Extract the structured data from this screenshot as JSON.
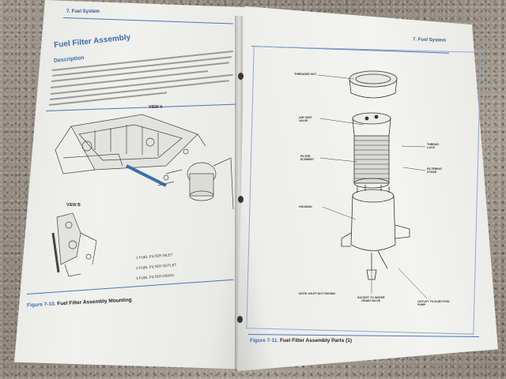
{
  "left_page": {
    "section_header": "7. Fuel System",
    "title": "Fuel Filter Assembly",
    "subtitle": "Description",
    "view_a_label": "VIEW A",
    "view_b_label": "VIEW B",
    "legend": [
      {
        "num": "1",
        "text": "FUEL FILTER INLET"
      },
      {
        "num": "2",
        "text": "FUEL FILTER OUTLET"
      },
      {
        "num": "3",
        "text": "FUEL FILTER DRAIN"
      }
    ],
    "caption_number": "Figure 7-10.",
    "caption_text": "Fuel Filter Assembly Mounting"
  },
  "right_page": {
    "section_header": "7. Fuel System",
    "callouts": {
      "retaining_nut": "THREADED NUT",
      "vent_valve": "AIR VENT\nVALVE",
      "filter_element": "FILTER\nELEMENT",
      "right_top": "THREAD\nLOCK",
      "right_bottom": "FILTERING\nSTAGE",
      "housing": "HOUSING",
      "note": "NOTE: INLET NOT SHOWN",
      "drain": "SOCKET TO WATER\nDRAIN VALVE",
      "outlet": "OUTLET TO INJECTION\nPUMP"
    },
    "caption_number": "Figure 7-11.",
    "caption_text": "Fuel Filter Assembly Parts (1)"
  },
  "colors": {
    "accent_blue": "#3b6db0",
    "paper": "#efefec"
  }
}
